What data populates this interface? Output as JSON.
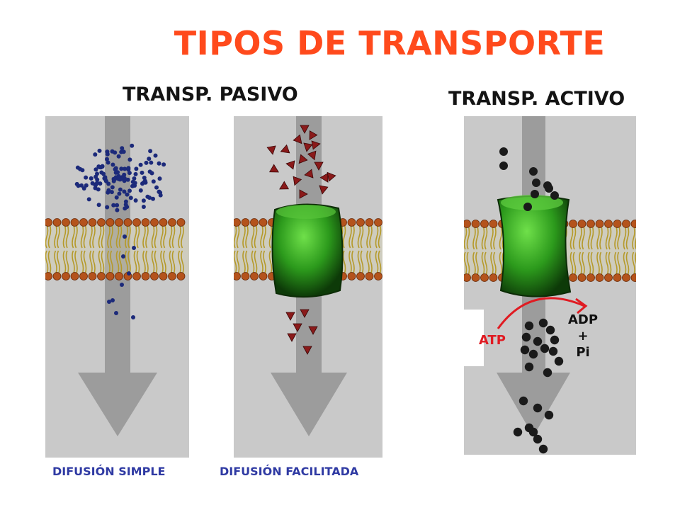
{
  "title": "TIPOS DE TRANSPORTE",
  "headings": {
    "pasivo": "TRANSP. PASIVO",
    "activo": "TRANSP. ACTIVO"
  },
  "captions": {
    "simple": "DIFUSIÓN SIMPLE",
    "facilitada": "DIFUSIÓN FACILITADA"
  },
  "labels": {
    "atp": "ATP",
    "adp": "ADP",
    "plus": "+",
    "pi": "Pi"
  },
  "colors": {
    "title": "#ff4a1c",
    "caption": "#2f3aa3",
    "atp": "#e01b22",
    "panel": "#c9c9c9",
    "arrow": "#9c9c9c",
    "lipid_head": "#b4531c",
    "lipid_tail": "#b59a2a",
    "protein": "#2f9a1f",
    "simple_molecule": "#1c2a7a",
    "facilitated_molecule": "#8a1a1a",
    "active_molecule": "#1a1a1a"
  }
}
